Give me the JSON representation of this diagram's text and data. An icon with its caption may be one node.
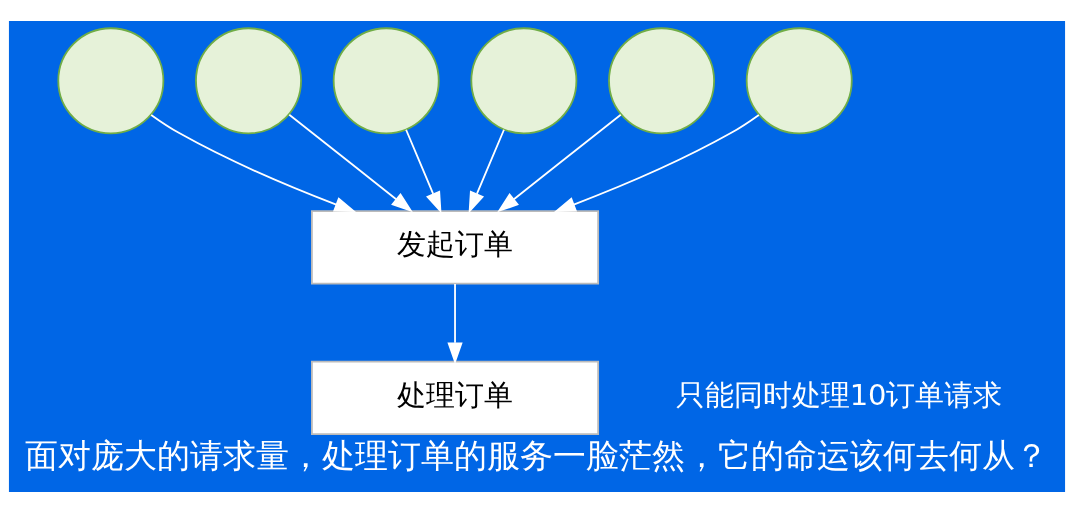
{
  "diagram": {
    "caption": "面对庞大的请求量，处理订单的服务一脸茫然，它的命运该何去何从？",
    "nodes": [
      {
        "text": [],
        "shape": "circle"
      },
      {
        "text": [],
        "shape": "circle"
      },
      {
        "text": [],
        "shape": "circle"
      },
      {
        "text": [],
        "shape": "circle"
      },
      {
        "text": [],
        "shape": "circle"
      },
      {
        "text": [],
        "shape": "circle"
      },
      {
        "text": [
          "发起订单"
        ]
      },
      {
        "text": [
          "处理订单"
        ],
        "beside": [
          "只能同时处理10订单请求"
        ]
      }
    ],
    "edges": [
      {
        "from": 0,
        "to": 6,
        "arrow": "to"
      },
      {
        "from": 1,
        "to": 6,
        "arrow": "to"
      },
      {
        "from": 2,
        "to": 6,
        "arrow": "to"
      },
      {
        "from": 3,
        "to": 6,
        "arrow": "to"
      },
      {
        "from": 4,
        "to": 6,
        "arrow": "to"
      },
      {
        "from": 5,
        "to": 6,
        "arrow": "to"
      },
      {
        "from": 6,
        "to": 7,
        "arrow": "to"
      }
    ]
  }
}
